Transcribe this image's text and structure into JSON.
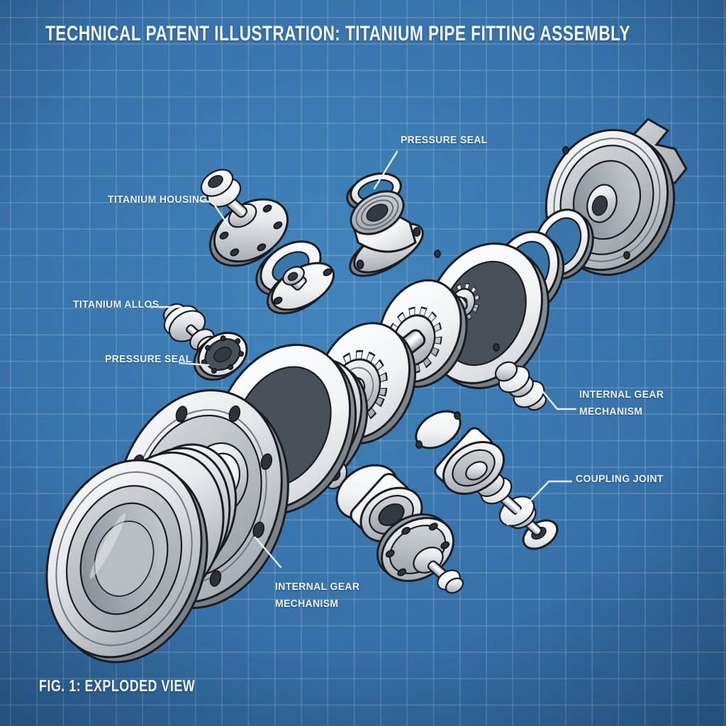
{
  "title": "TECHNICAL PATENT ILLUSTRATION: TITANIUM PIPE FITTING ASSEMBLY",
  "caption": "FIG. 1: EXPLODED VIEW",
  "labels": {
    "pressure_seal_top": "PRESSURE SEAL",
    "titanium_housing": "TITANIUM HOUSING",
    "titanium_alloy": "TITANIUM ALLOS",
    "pressure_seal_left": "PRESSURE SEAL",
    "internal_gear_right": {
      "line1": "INTERNAL GEAR",
      "line2": "MECHANISM"
    },
    "coupling_joint": "COUPLING JOINT",
    "internal_gear_bottom": {
      "line1": "INTERNAL GEAR",
      "line2": "MECHANISM"
    }
  },
  "figure": {
    "type": "exploded-view patent drawing",
    "parts": [
      "pipe-bell-housing",
      "main-bolted-flange",
      "gasket-ring",
      "gear-carrier-plate",
      "drive-shaft",
      "spur-gear-small",
      "spur-gear-large",
      "spur-gear-mid",
      "backing-disc-1",
      "backing-disc-2",
      "internal-ring-gear",
      "pinion-gear",
      "spacer-ring-1",
      "spacer-ring-2",
      "end-cap-housing-with-lugs",
      "housing-bolt-flange",
      "washer-ring",
      "stub-plate",
      "pressure-seal-ring",
      "threaded-collar",
      "alloy-fastener-stack",
      "ball-bearing",
      "washer-fastener-stack",
      "coupling-joint-shaft",
      "bearing-bushing",
      "flange-fastener"
    ]
  },
  "colors": {
    "blueprint_center": "#3a7bb2",
    "blueprint_edge": "#1d4a70",
    "grid_line": "rgba(214,233,248,0.21)",
    "metal_light": "#e8ebee",
    "metal_dark": "#7c838b",
    "outline": "#191c20",
    "label_text": "#edf3f9"
  }
}
